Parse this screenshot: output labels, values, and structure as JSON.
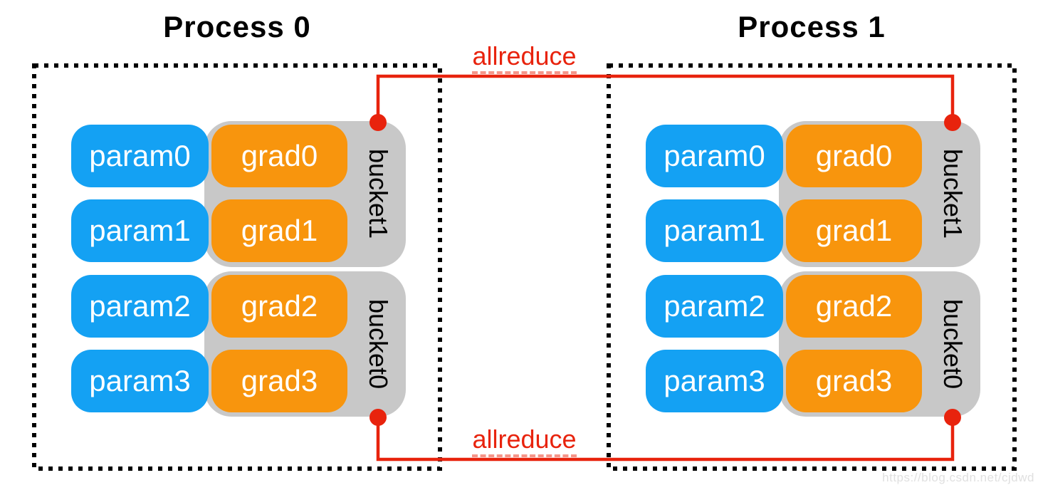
{
  "processes": [
    {
      "title": "Process 0",
      "buckets": [
        {
          "label": "bucket1",
          "rows": [
            {
              "param": "param0",
              "grad": "grad0"
            },
            {
              "param": "param1",
              "grad": "grad1"
            }
          ]
        },
        {
          "label": "bucket0",
          "rows": [
            {
              "param": "param2",
              "grad": "grad2"
            },
            {
              "param": "param3",
              "grad": "grad3"
            }
          ]
        }
      ]
    },
    {
      "title": "Process 1",
      "buckets": [
        {
          "label": "bucket1",
          "rows": [
            {
              "param": "param0",
              "grad": "grad0"
            },
            {
              "param": "param1",
              "grad": "grad1"
            }
          ]
        },
        {
          "label": "bucket0",
          "rows": [
            {
              "param": "param2",
              "grad": "grad2"
            },
            {
              "param": "param3",
              "grad": "grad3"
            }
          ]
        }
      ]
    }
  ],
  "connections": {
    "top_label": "allreduce",
    "bottom_label": "allreduce"
  },
  "watermark": "https://blog.csdn.net/cjdwd",
  "colors": {
    "param_blue": "#14A1F3",
    "grad_orange": "#F8950D",
    "bucket_gray": "#C8C8C8",
    "line_red": "#E8230D",
    "border_black": "#000000"
  }
}
